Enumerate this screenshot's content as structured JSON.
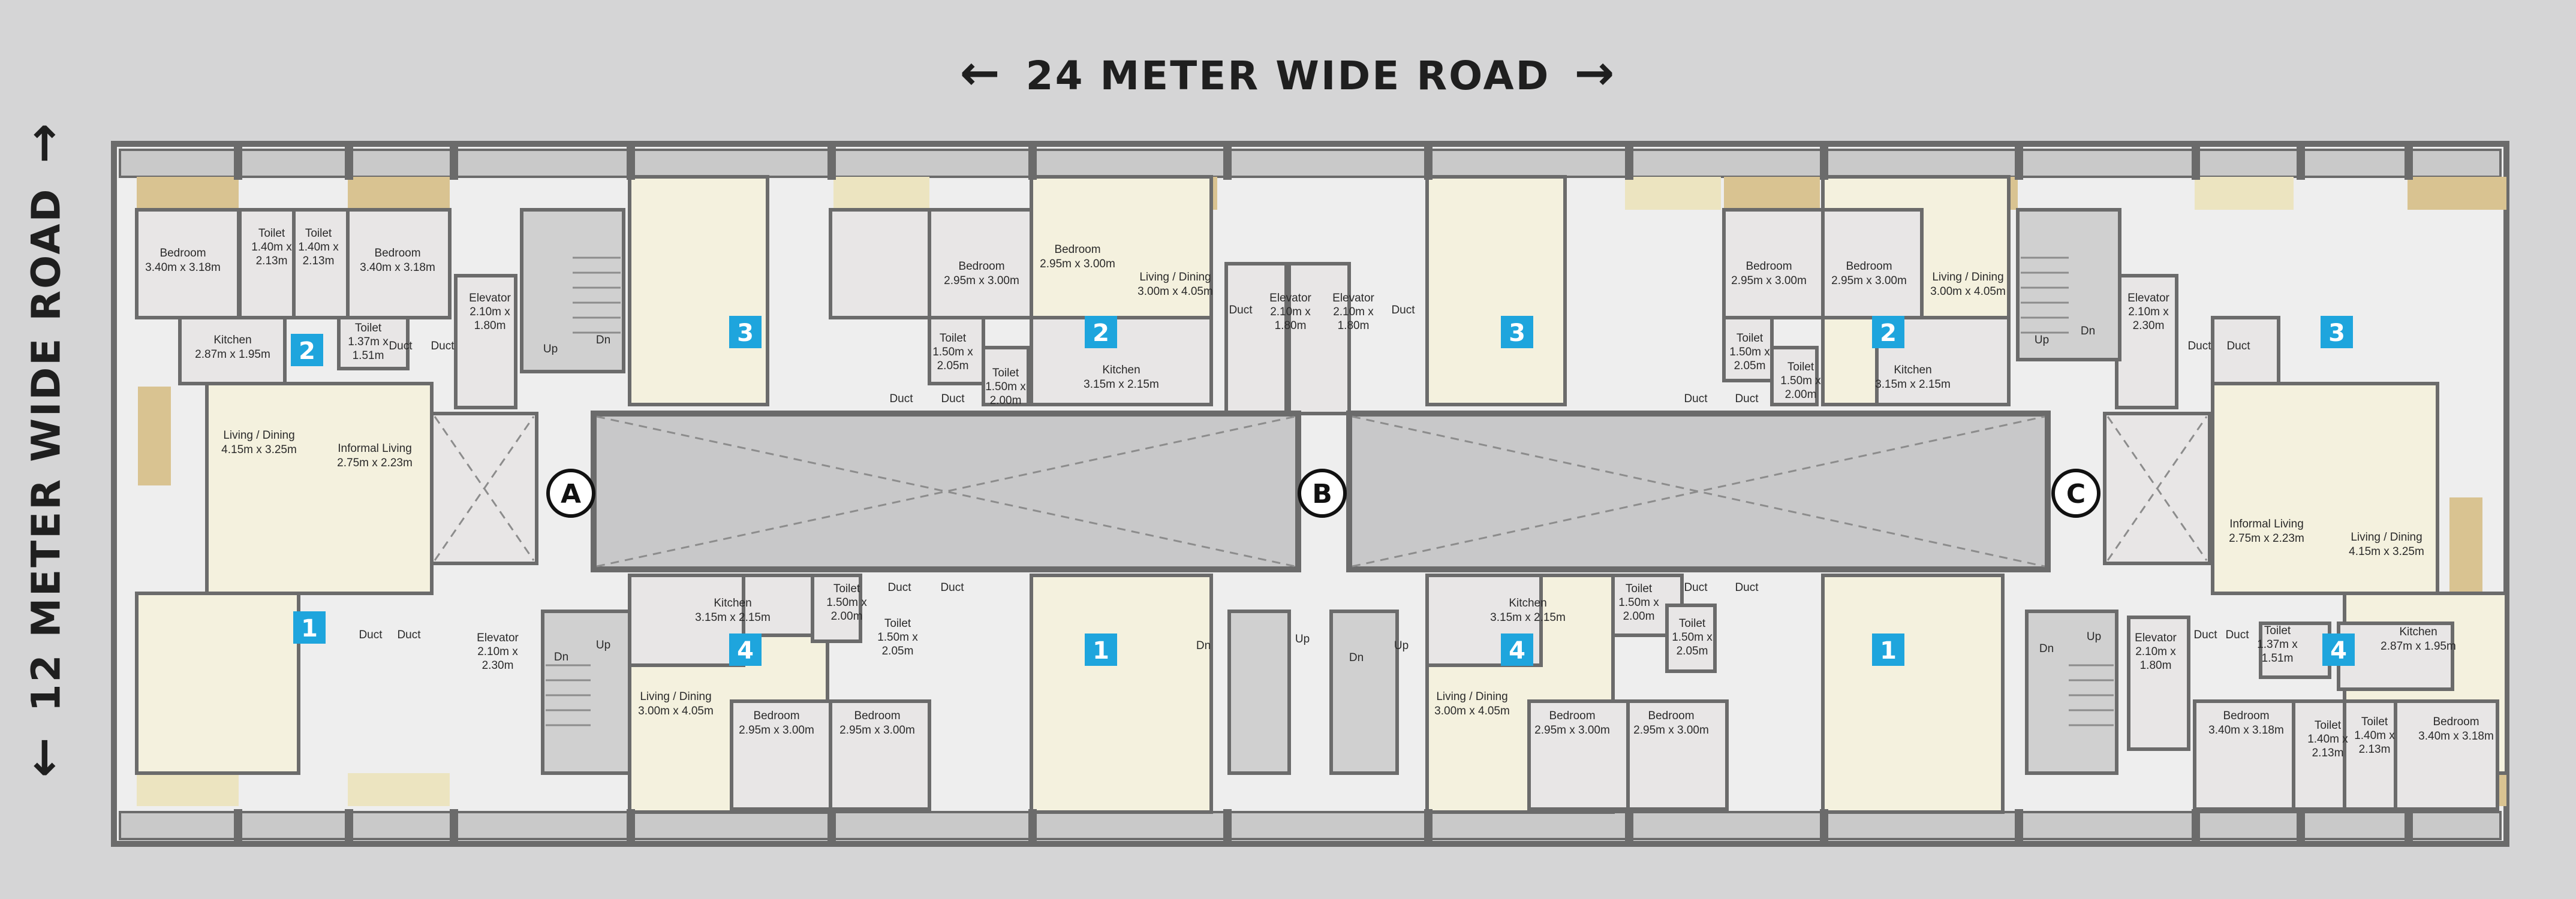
{
  "roads": {
    "top": "24 METER WIDE ROAD",
    "left": "12 METER WIDE ROAD",
    "arrow_left": "←",
    "arrow_right": "→"
  },
  "cores": [
    "A",
    "B",
    "C"
  ],
  "units": [
    "1",
    "2",
    "3",
    "4"
  ],
  "colors": {
    "background": "#d5d5d6",
    "wall": "#6b6b6b",
    "living_fill": "#f4f1de",
    "bedroom_fill": "#e8e6e6",
    "balcony_fill": "#d9c391",
    "badge": "#1ea5dd"
  },
  "rooms": {
    "bedroom_340": {
      "name": "Bedroom",
      "size": "3.40m x 3.18m"
    },
    "bedroom_295": {
      "name": "Bedroom",
      "size": "2.95m x 3.00m"
    },
    "toilet_140": {
      "name": "Toilet",
      "size1": "1.40m x",
      "size2": "2.13m"
    },
    "toilet_137": {
      "name": "Toilet",
      "size1": "1.37m x",
      "size2": "1.51m"
    },
    "toilet_150_205": {
      "name": "Toilet",
      "size1": "1.50m x",
      "size2": "2.05m"
    },
    "toilet_150_200": {
      "name": "Toilet",
      "size1": "1.50m x",
      "size2": "2.00m"
    },
    "kitchen_287": {
      "name": "Kitchen",
      "size": "2.87m x 1.95m"
    },
    "kitchen_315": {
      "name": "Kitchen",
      "size": "3.15m x 2.15m"
    },
    "living_415": {
      "name": "Living / Dining",
      "size": "4.15m x 3.25m"
    },
    "living_300": {
      "name": "Living / Dining",
      "size": "3.00m x 4.05m"
    },
    "informal": {
      "name": "Informal Living",
      "size": "2.75m x 2.23m"
    },
    "elevator_210_180": {
      "name": "Elevator",
      "size1": "2.10m x",
      "size2": "1.80m"
    },
    "elevator_210_230": {
      "name": "Elevator",
      "size1": "2.10m x",
      "size2": "2.30m"
    },
    "duct": "Duct",
    "up": "Up",
    "dn": "Dn"
  }
}
